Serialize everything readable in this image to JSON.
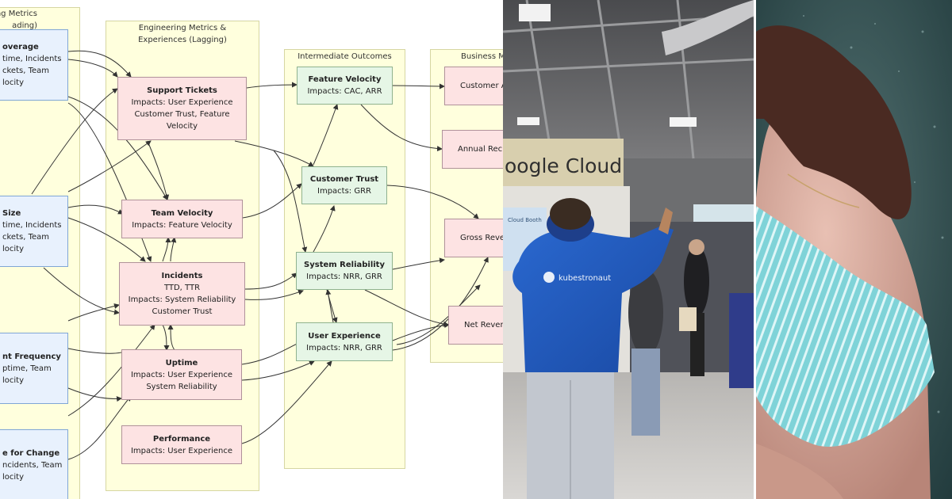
{
  "diagram": {
    "lanes": {
      "leading": "ng Metrics\nading)",
      "lagging": "Engineering Metrics &\nExperiences (Lagging)",
      "intermediate": "Intermediate Outcomes",
      "business": "Business Me"
    },
    "nodes": {
      "coverage": {
        "title": "overage",
        "desc": "time, Incidents\nckets, Team\nlocity"
      },
      "size": {
        "title": "Size",
        "desc": "time, Incidents\nckets, Team\nlocity"
      },
      "frequency": {
        "title": "nt Frequency",
        "desc": "ptime, Team\nlocity"
      },
      "lead_time": {
        "title": "e for Change",
        "desc": "ncidents, Team\nlocity"
      },
      "support_tickets": {
        "title": "Support Tickets",
        "desc": "Impacts: User Experience\nCustomer Trust, Feature\nVelocity"
      },
      "team_velocity": {
        "title": "Team Velocity",
        "desc": "Impacts: Feature Velocity"
      },
      "incidents": {
        "title": "Incidents",
        "desc": "TTD, TTR\nImpacts: System Reliability\nCustomer Trust"
      },
      "uptime": {
        "title": "Uptime",
        "desc": "Impacts: User Experience\nSystem Reliability"
      },
      "performance": {
        "title": "Performance",
        "desc": "Impacts: User Experience"
      },
      "feature_velocity": {
        "title": "Feature Velocity",
        "desc": "Impacts: CAC, ARR"
      },
      "customer_trust": {
        "title": "Customer Trust",
        "desc": "Impacts: GRR"
      },
      "system_reliability": {
        "title": "System Reliability",
        "desc": "Impacts: NRR, GRR"
      },
      "user_experience": {
        "title": "User Experience",
        "desc": "Impacts: NRR, GRR"
      },
      "customer_a": {
        "title": "Customer A",
        "desc": ""
      },
      "annual_rec": {
        "title": "Annual Rec",
        "desc": ""
      },
      "gross_rev": {
        "title": "Gross Reve",
        "desc": ""
      },
      "net_rev": {
        "title": "Net Reven",
        "desc": ""
      }
    }
  },
  "photos": {
    "conference": {
      "sign": "oogle Cloud",
      "jacket": "kubestronaut",
      "poster": "Cloud Booth"
    },
    "portrait": {}
  },
  "colors": {
    "lane": "#ffffdd",
    "leading_node": "#e8f1fd",
    "lagging_node": "#fde3e3",
    "intermediate_node": "#e6f6e6",
    "jacket": "#1f55b5"
  }
}
